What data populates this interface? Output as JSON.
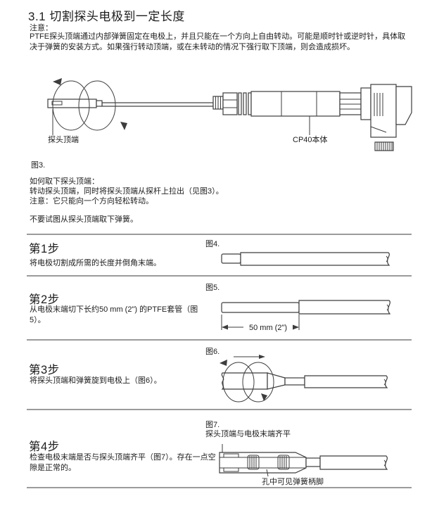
{
  "header": {
    "title": "3.1 切割探头电极到一定长度",
    "notice_label": "注意：",
    "notice_body": "PTFE探头顶端通过内部弹簧固定在电极上，并且只能在一个方向上自由转动。可能是顺时针或逆时针，具体取决于弹簧的安装方式。如果强行转动顶端，或在未转动的情况下强行取下顶端，则会造成损坏。"
  },
  "figure3": {
    "caption": "图3.",
    "tip_label": "探头顶端",
    "body_label": "CP40本体"
  },
  "removal": {
    "line1": "如何取下探头顶端：",
    "line2": "转动探头顶端，同时将探头顶端从探杆上拉出（见图3）。",
    "line3": "注意：它只能向一个方向轻松转动。",
    "line4": "不要试图从探头顶端取下弹簧。"
  },
  "step1": {
    "heading": "第1步",
    "body": "将电极切割成所需的长度并倒角末端。",
    "figure_caption": "图4."
  },
  "step2": {
    "heading": "第2步",
    "body": "从电极末端切下长约50 mm (2\") 的PTFE套管（图5）。",
    "figure_caption": "图5.",
    "dimension_label": "50 mm (2\")"
  },
  "step3": {
    "heading": "第3步",
    "body": "将探头顶端和弹簧旋到电极上（图6）。",
    "figure_caption": "图6."
  },
  "step4": {
    "heading": "第4步",
    "body": "检查电极末端是否与探头顶端齐平（图7）。存在一点空隙是正常的。",
    "figure_caption": "图7.",
    "flush_label": "探头顶端与电极末端齐平",
    "spring_label": "孔中可见弹簧柄脚"
  }
}
